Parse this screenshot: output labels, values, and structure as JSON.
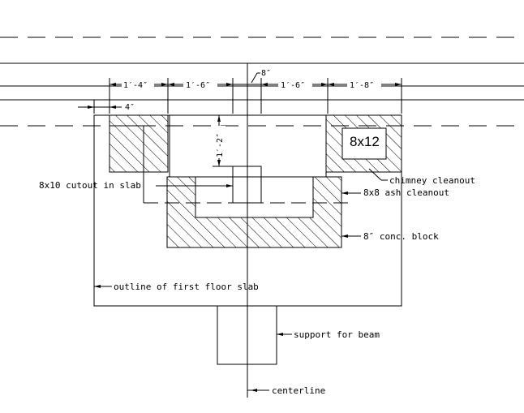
{
  "dimensions": {
    "d1": "1′-4″",
    "d2": "1′-6″",
    "d3": "8″",
    "d4": "1′-6″",
    "d5": "1′-8″",
    "d6": "4″",
    "d7": "1′-2″"
  },
  "flue_label": "8x12",
  "callouts": {
    "cutout": "8x10 cutout in slab",
    "chimney_cleanout": "chimney cleanout",
    "ash_cleanout": "8x8 ash cleanout",
    "conc_block": "8″ conc. block",
    "slab_outline": "outline of first floor slab",
    "beam_support": "support for beam",
    "centerline": "centerline"
  }
}
